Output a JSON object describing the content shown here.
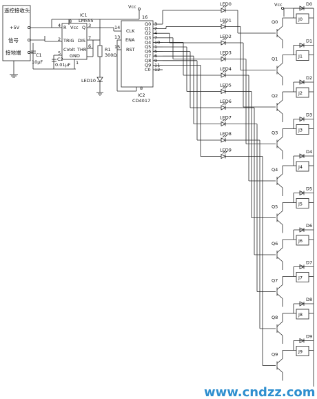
{
  "receiver": {
    "title": "遥控接收头",
    "plus5v": "+5V",
    "signal": "信号",
    "ground": "接地端"
  },
  "components": {
    "ic1_name": "IC1",
    "ic1_part": "LM555",
    "ic2_name": "IC2",
    "ic2_part": "CD4017",
    "c1_name": "C1",
    "c1_value": "10μF",
    "c2_name": "C2",
    "c2_value": "0.01μF",
    "r1_name": "R1",
    "r1_value": "300Ω",
    "led10": "LED10",
    "vcc": "Vcc"
  },
  "ic1_pins": {
    "p4": "4",
    "p8": "8",
    "p3": "3",
    "p7": "7",
    "p2": "2",
    "p6": "6",
    "p5": "5",
    "p1": "1",
    "R": "R",
    "Vcc": "Vcc",
    "Q": "Q",
    "TRIG": "TRIG",
    "DIS": "DIS",
    "CVolt": "CVolt",
    "THR": "THR",
    "GND": "GND"
  },
  "ic2_pins": {
    "p16": "16",
    "p14": "14",
    "p13": "13",
    "p15": "15",
    "p8": "8",
    "CLK": "CLK",
    "ENA": "ENA",
    "RST": "RST",
    "outputs": [
      "Q0",
      "Q1",
      "Q2",
      "Q3",
      "Q4",
      "Q5",
      "Q6",
      "Q7",
      "Q8",
      "Q9",
      "C0"
    ],
    "out_pins": [
      "3",
      "2",
      "4",
      "7",
      "10",
      "1",
      "5",
      "6",
      "9",
      "11",
      "12"
    ]
  },
  "leds": [
    "LED0",
    "LED1",
    "LED2",
    "LED3",
    "LED4",
    "LED5",
    "LED6",
    "LED7",
    "LED8",
    "LED9"
  ],
  "transistors": [
    "Q0",
    "Q1",
    "Q2",
    "Q3",
    "Q4",
    "Q5",
    "Q6",
    "Q7",
    "Q8",
    "Q9"
  ],
  "relays": [
    "J0",
    "J1",
    "J2",
    "J3",
    "J4",
    "J5",
    "J6",
    "J7",
    "J8",
    "J9"
  ],
  "diodes": [
    "D0",
    "D1",
    "D2",
    "D3",
    "D4",
    "D5",
    "D6",
    "D7",
    "D8",
    "D9"
  ],
  "watermark": "www.cndzz.com"
}
